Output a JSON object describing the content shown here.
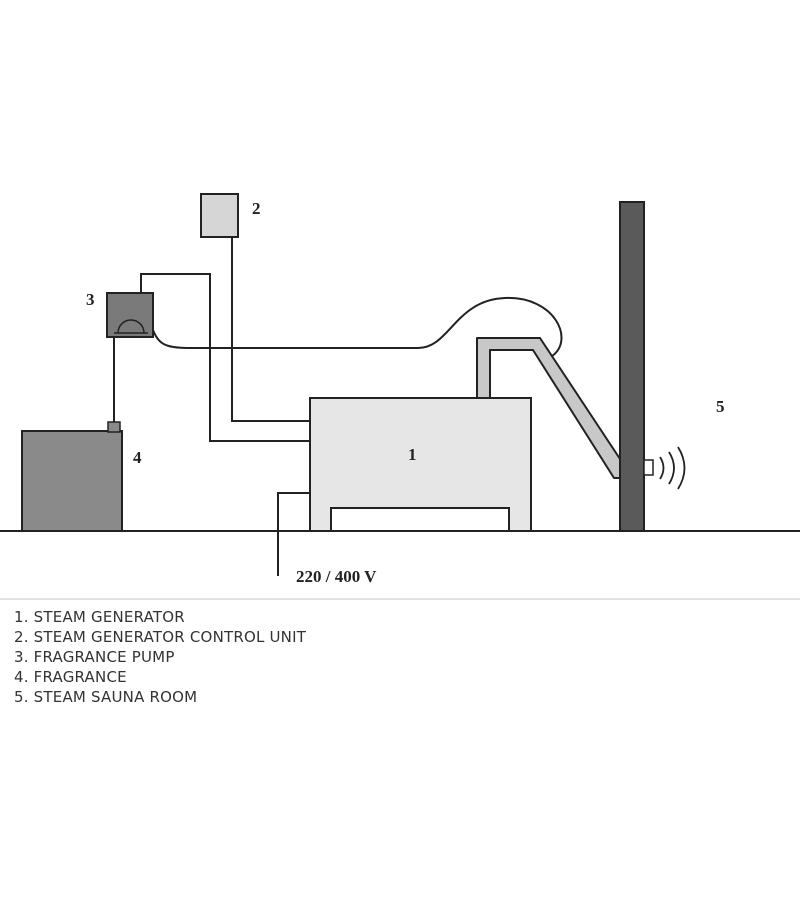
{
  "labels": {
    "generator_number": "1",
    "control_unit_number": "2",
    "fragrance_pump_number": "3",
    "fragrance_number": "4",
    "sauna_room_number": "5",
    "voltage": "220 / 400 V"
  },
  "legend": [
    "1. STEAM GENERATOR",
    "2. STEAM GENERATOR CONTROL UNIT",
    "3. FRAGRANCE PUMP",
    "4. FRAGRANCE",
    "5. STEAM SAUNA ROOM"
  ],
  "colors": {
    "generator_fill": "#e6e6e6",
    "control_unit_fill": "#d6d6d6",
    "pump_fill": "#7a7a7a",
    "fragrance_fill": "#8a8a8a",
    "wall_fill": "#5a5a5a",
    "steam_pipe_fill": "#c8c8c8",
    "line": "#222222"
  }
}
